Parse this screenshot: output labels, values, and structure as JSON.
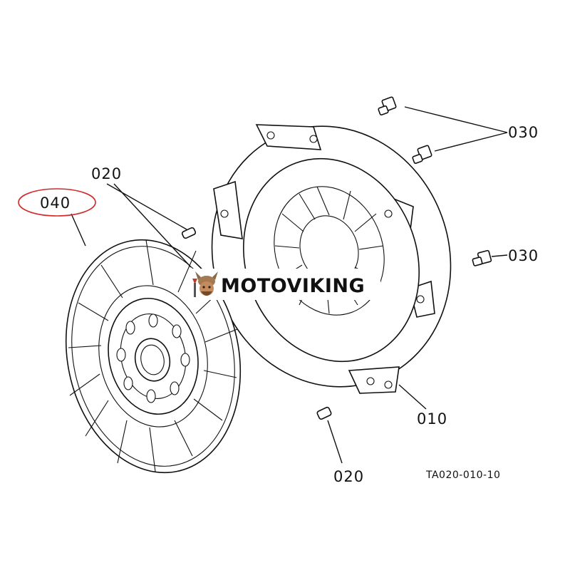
{
  "diagram": {
    "part_labels": {
      "label_040": "040",
      "label_020_top": "020",
      "label_030_top": "030",
      "label_030_mid": "030",
      "label_010": "010",
      "label_020_bottom": "020"
    },
    "drawing_code": "TA020-010-10",
    "highlight_color": "#d02a2a"
  },
  "watermark": {
    "brand_text": "MOTOVIKING"
  }
}
